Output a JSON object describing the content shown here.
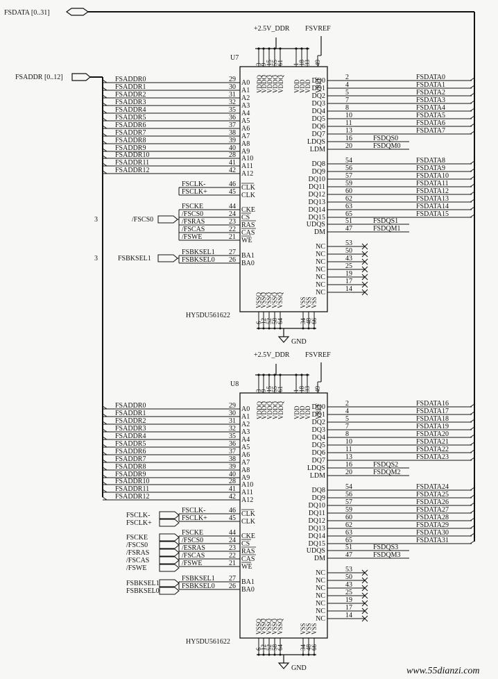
{
  "top": {
    "bus_data": "FSDATA [0..31]",
    "bus_addr": "FSADDR [0..12]",
    "watermark": "www.55dianzi.com"
  },
  "chips": [
    {
      "ref": "U7",
      "part": "HY5DU561622",
      "supply": "+2.5V_DDR",
      "vref": "FSVREF",
      "gnd": "GND",
      "top_pins": [
        "3",
        "9",
        "15",
        "55",
        "61",
        "1",
        "18",
        "33",
        "49"
      ],
      "top_names": [
        "VDDQ",
        "VDDQ",
        "VDDQ",
        "VDDQ",
        "VDDQ",
        "VDD",
        "VDD",
        "VDD",
        "VREF"
      ],
      "bot_pins": [
        "6",
        "12",
        "52",
        "58",
        "64",
        "34",
        "48",
        "66"
      ],
      "bot_names": [
        "VSSQ",
        "VSSQ",
        "VSSQ",
        "VSSQ",
        "VSSQ",
        "VSS",
        "VSS",
        "VSS"
      ],
      "left": [
        {
          "net": "FSADDR0",
          "pin": "29",
          "name": "A0"
        },
        {
          "net": "FSADDR1",
          "pin": "30",
          "name": "A1"
        },
        {
          "net": "FSADDR2",
          "pin": "31",
          "name": "A2"
        },
        {
          "net": "FSADDR3",
          "pin": "32",
          "name": "A3"
        },
        {
          "net": "FSADDR4",
          "pin": "35",
          "name": "A4"
        },
        {
          "net": "FSADDR5",
          "pin": "36",
          "name": "A5"
        },
        {
          "net": "FSADDR6",
          "pin": "37",
          "name": "A6"
        },
        {
          "net": "FSADDR7",
          "pin": "38",
          "name": "A7"
        },
        {
          "net": "FSADDR8",
          "pin": "39",
          "name": "A8"
        },
        {
          "net": "FSADDR9",
          "pin": "40",
          "name": "A9"
        },
        {
          "net": "FSADDR10",
          "pin": "28",
          "name": "A10"
        },
        {
          "net": "FSADDR11",
          "pin": "41",
          "name": "A11"
        },
        {
          "net": "FSADDR12",
          "pin": "42",
          "name": "A12"
        },
        {
          "net": "FSCLK-",
          "pin": "46",
          "name": "CLK"
        },
        {
          "net": "FSCLK+",
          "pin": "45",
          "name": "CLK"
        },
        {
          "net": "FSCKE",
          "pin": "44",
          "name": "CKE"
        },
        {
          "net": "/FSCS0",
          "pin": "24",
          "name": "CS"
        },
        {
          "net": "/FSRAS",
          "pin": "23",
          "name": "RAS"
        },
        {
          "net": "/FSCAS",
          "pin": "22",
          "name": "CAS"
        },
        {
          "net": "/FSWE",
          "pin": "21",
          "name": "WE"
        },
        {
          "net": "FSBKSEL1",
          "pin": "27",
          "name": "BA1"
        },
        {
          "net": "FSBKSEL0",
          "pin": "26",
          "name": "BA0"
        }
      ],
      "right": [
        {
          "net": "FSDATA0",
          "pin": "2",
          "name": "DQ0"
        },
        {
          "net": "FSDATA1",
          "pin": "4",
          "name": "DQ1"
        },
        {
          "net": "FSDATA2",
          "pin": "5",
          "name": "DQ2"
        },
        {
          "net": "FSDATA3",
          "pin": "7",
          "name": "DQ3"
        },
        {
          "net": "FSDATA4",
          "pin": "8",
          "name": "DQ4"
        },
        {
          "net": "FSDATA5",
          "pin": "10",
          "name": "DQ5"
        },
        {
          "net": "FSDATA6",
          "pin": "11",
          "name": "DQ6"
        },
        {
          "net": "FSDATA7",
          "pin": "13",
          "name": "DQ7"
        },
        {
          "net": "FSDQS0",
          "pin": "16",
          "name": "LDQS"
        },
        {
          "net": "FSDQM0",
          "pin": "20",
          "name": "LDM"
        },
        {
          "net": "FSDATA8",
          "pin": "54",
          "name": "DQ8"
        },
        {
          "net": "FSDATA9",
          "pin": "56",
          "name": "DQ9"
        },
        {
          "net": "FSDATA10",
          "pin": "57",
          "name": "DQ10"
        },
        {
          "net": "FSDATA11",
          "pin": "59",
          "name": "DQ11"
        },
        {
          "net": "FSDATA12",
          "pin": "60",
          "name": "DQ12"
        },
        {
          "net": "FSDATA13",
          "pin": "62",
          "name": "DQ13"
        },
        {
          "net": "FSDATA14",
          "pin": "63",
          "name": "DQ14"
        },
        {
          "net": "FSDATA15",
          "pin": "65",
          "name": "DQ15"
        },
        {
          "net": "FSDQS1",
          "pin": "51",
          "name": "UDQS"
        },
        {
          "net": "FSDQM1",
          "pin": "47",
          "name": "DM"
        }
      ],
      "nc": [
        {
          "pin": "53",
          "name": "NC"
        },
        {
          "pin": "50",
          "name": "NC"
        },
        {
          "pin": "43",
          "name": "NC"
        },
        {
          "pin": "25",
          "name": "NC"
        },
        {
          "pin": "19",
          "name": "NC"
        },
        {
          "pin": "17",
          "name": "NC"
        },
        {
          "pin": "14",
          "name": "NC"
        }
      ],
      "side_labels": [
        "/FSCS0",
        "FSBKSEL1"
      ],
      "side_counts": [
        "3",
        "3"
      ]
    },
    {
      "ref": "U8",
      "part": "HY5DU561622",
      "supply": "+2.5V_DDR",
      "vref": "FSVREF",
      "gnd": "GND",
      "top_pins": [
        "3",
        "9",
        "15",
        "55",
        "61",
        "1",
        "18",
        "33",
        "49"
      ],
      "top_names": [
        "VDDQ",
        "VDDQ",
        "VDDQ",
        "VDDQ",
        "VDDQ",
        "VDD",
        "VDD",
        "VDD",
        "VREF"
      ],
      "bot_pins": [
        "6",
        "12",
        "52",
        "58",
        "64",
        "34",
        "48",
        "66"
      ],
      "bot_names": [
        "VSSQ",
        "VSSQ",
        "VSSQ",
        "VSSQ",
        "VSSQ",
        "VSS",
        "VSS",
        "VSS"
      ],
      "left": [
        {
          "net": "FSADDR0",
          "pin": "29",
          "name": "A0"
        },
        {
          "net": "FSADDR1",
          "pin": "30",
          "name": "A1"
        },
        {
          "net": "FSADDR2",
          "pin": "31",
          "name": "A2"
        },
        {
          "net": "FSADDR3",
          "pin": "32",
          "name": "A3"
        },
        {
          "net": "FSADDR4",
          "pin": "35",
          "name": "A4"
        },
        {
          "net": "FSADDR5",
          "pin": "36",
          "name": "A5"
        },
        {
          "net": "FSADDR6",
          "pin": "37",
          "name": "A6"
        },
        {
          "net": "FSADDR7",
          "pin": "38",
          "name": "A7"
        },
        {
          "net": "FSADDR8",
          "pin": "39",
          "name": "A8"
        },
        {
          "net": "FSADDR9",
          "pin": "40",
          "name": "A9"
        },
        {
          "net": "FSADDR10",
          "pin": "28",
          "name": "A10"
        },
        {
          "net": "FSADDR11",
          "pin": "41",
          "name": "A11"
        },
        {
          "net": "FSADDR12",
          "pin": "42",
          "name": "A12"
        },
        {
          "net": "FSCLK-",
          "pin": "46",
          "name": "CLK"
        },
        {
          "net": "FSCLK+",
          "pin": "45",
          "name": "CLK"
        },
        {
          "net": "FSCKE",
          "pin": "44",
          "name": "CKE"
        },
        {
          "net": "/FSCS0",
          "pin": "24",
          "name": "CS"
        },
        {
          "net": "/ESRAS",
          "pin": "23",
          "name": "RAS"
        },
        {
          "net": "/FSCAS",
          "pin": "22",
          "name": "CAS"
        },
        {
          "net": "/FSWE",
          "pin": "21",
          "name": "WE"
        },
        {
          "net": "FSBKSEL1",
          "pin": "27",
          "name": "BA1"
        },
        {
          "net": "FSBKSEL0",
          "pin": "26",
          "name": "BA0"
        }
      ],
      "right": [
        {
          "net": "FSDATA16",
          "pin": "2",
          "name": "DQ0"
        },
        {
          "net": "FSDATA17",
          "pin": "4",
          "name": "DQ1"
        },
        {
          "net": "FSDATA18",
          "pin": "5",
          "name": "DQ2"
        },
        {
          "net": "FSDATA19",
          "pin": "7",
          "name": "DQ3"
        },
        {
          "net": "FSDATA20",
          "pin": "8",
          "name": "DQ4"
        },
        {
          "net": "FSDATA21",
          "pin": "10",
          "name": "DQ5"
        },
        {
          "net": "FSDATA22",
          "pin": "11",
          "name": "DQ6"
        },
        {
          "net": "FSDATA23",
          "pin": "13",
          "name": "DQ7"
        },
        {
          "net": "FSDQS2",
          "pin": "16",
          "name": "LDQS"
        },
        {
          "net": "FSDQM2",
          "pin": "20",
          "name": "LDM"
        },
        {
          "net": "FSDATA24",
          "pin": "54",
          "name": "DQ8"
        },
        {
          "net": "FSDATA25",
          "pin": "56",
          "name": "DQ9"
        },
        {
          "net": "FSDATA26",
          "pin": "57",
          "name": "DQ10"
        },
        {
          "net": "FSDATA27",
          "pin": "59",
          "name": "DQ11"
        },
        {
          "net": "FSDATA28",
          "pin": "60",
          "name": "DQ12"
        },
        {
          "net": "FSDATA29",
          "pin": "62",
          "name": "DQ13"
        },
        {
          "net": "FSDATA30",
          "pin": "63",
          "name": "DQ14"
        },
        {
          "net": "FSDATA31",
          "pin": "65",
          "name": "DQ15"
        },
        {
          "net": "FSDQS3",
          "pin": "51",
          "name": "UDQS"
        },
        {
          "net": "FSDQM3",
          "pin": "47",
          "name": "DM"
        }
      ],
      "nc": [
        {
          "pin": "53",
          "name": "NC"
        },
        {
          "pin": "50",
          "name": "NC"
        },
        {
          "pin": "43",
          "name": "NC"
        },
        {
          "pin": "25",
          "name": "NC"
        },
        {
          "pin": "19",
          "name": "NC"
        },
        {
          "pin": "17",
          "name": "NC"
        },
        {
          "pin": "14",
          "name": "NC"
        }
      ],
      "side_labels": [
        "FSCLK-",
        "FSCLK+",
        "FSCKE",
        "/FSCS0",
        "/FSRAS",
        "/FSCAS",
        "/FSWE",
        "FSBKSEL1",
        "FSBKSEL0"
      ],
      "side_counts": []
    }
  ]
}
